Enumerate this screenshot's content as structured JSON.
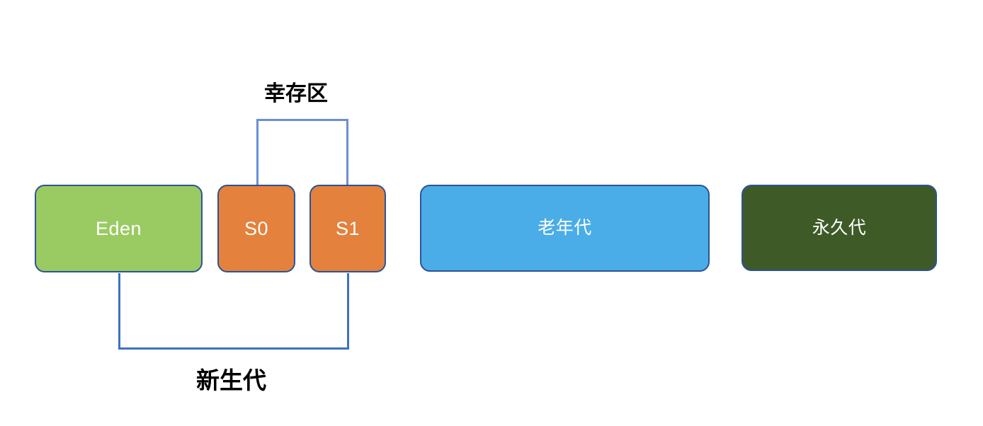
{
  "diagram": {
    "title_text_present": false,
    "background_color": "#ffffff",
    "border_color": "#2e5396",
    "regions": [
      {
        "key": "eden",
        "label": "Eden",
        "fill": "#9acb63",
        "text_color": "#ffffff",
        "group": "young-generation"
      },
      {
        "key": "s0",
        "label": "S0",
        "fill": "#e3813d",
        "text_color": "#ffffff",
        "group": "survivor"
      },
      {
        "key": "s1",
        "label": "S1",
        "fill": "#e3813d",
        "text_color": "#ffffff",
        "group": "survivor"
      },
      {
        "key": "old",
        "label": "老年代",
        "fill": "#4aade8",
        "text_color": "#ffffff",
        "group": "old-generation"
      },
      {
        "key": "perm",
        "label": "永久代",
        "fill": "#3e5a27",
        "text_color": "#ffffff",
        "group": "permanent-generation"
      }
    ],
    "brackets": [
      {
        "key": "survivor",
        "caption": "幸存区",
        "line_color": "#6b8fd4",
        "spans": [
          "s0",
          "s1"
        ],
        "orientation": "above"
      },
      {
        "key": "young",
        "caption": "新生代",
        "line_color": "#3f72c0",
        "spans": [
          "eden",
          "s0",
          "s1"
        ],
        "orientation": "below"
      }
    ]
  }
}
